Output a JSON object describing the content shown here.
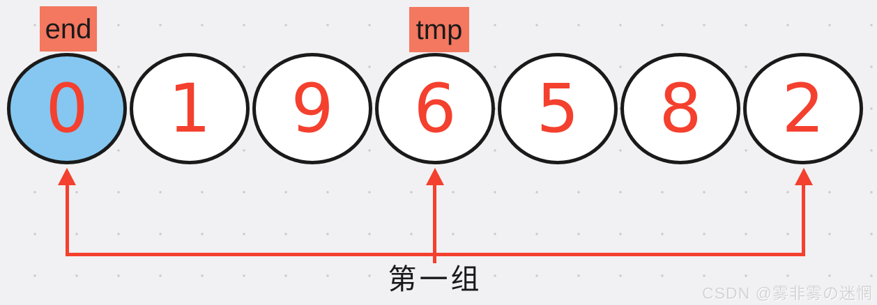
{
  "colors": {
    "bg": "#f1f1f3",
    "dot": "#cbcbce",
    "ink": "#1a1a1a",
    "red": "#f4402e",
    "salmon": "#f4775f",
    "blue": "#85c7f0",
    "node-fill": "#ffffff",
    "watermark": "#d4d4d6"
  },
  "pointers": [
    {
      "label": "end",
      "node_index": 0
    },
    {
      "label": "tmp",
      "node_index": 3
    }
  ],
  "nodes": [
    {
      "value": "0",
      "highlighted": true
    },
    {
      "value": "1",
      "highlighted": false
    },
    {
      "value": "9",
      "highlighted": false
    },
    {
      "value": "6",
      "highlighted": false
    },
    {
      "value": "5",
      "highlighted": false
    },
    {
      "value": "8",
      "highlighted": false
    },
    {
      "value": "2",
      "highlighted": false
    }
  ],
  "group": {
    "label": "第一组",
    "arrow_target_values": [
      "0",
      "6",
      "2"
    ]
  },
  "watermark": "CSDN @雾非雾の迷惘"
}
